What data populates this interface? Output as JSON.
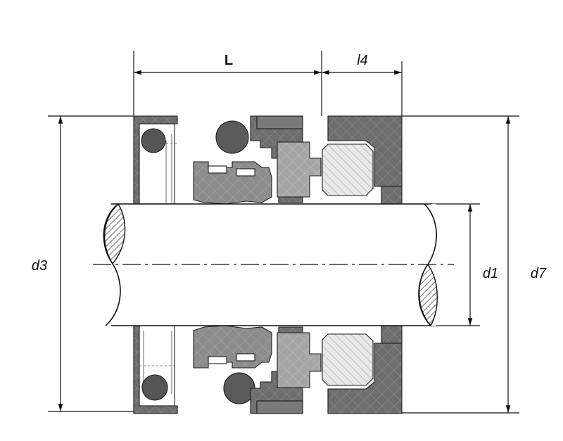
{
  "labels": {
    "L": "L",
    "l4": "l4",
    "d3": "d3",
    "d1": "d1",
    "d7": "d7"
  },
  "colors": {
    "dark_part": "#6e6e6e",
    "mid_part": "#8c8c8c",
    "light_part": "#b4b4b4",
    "face": "#e6e6e6",
    "oring": "#5a5a5a",
    "outline": "#1a1a1a",
    "background": "#ffffff"
  }
}
